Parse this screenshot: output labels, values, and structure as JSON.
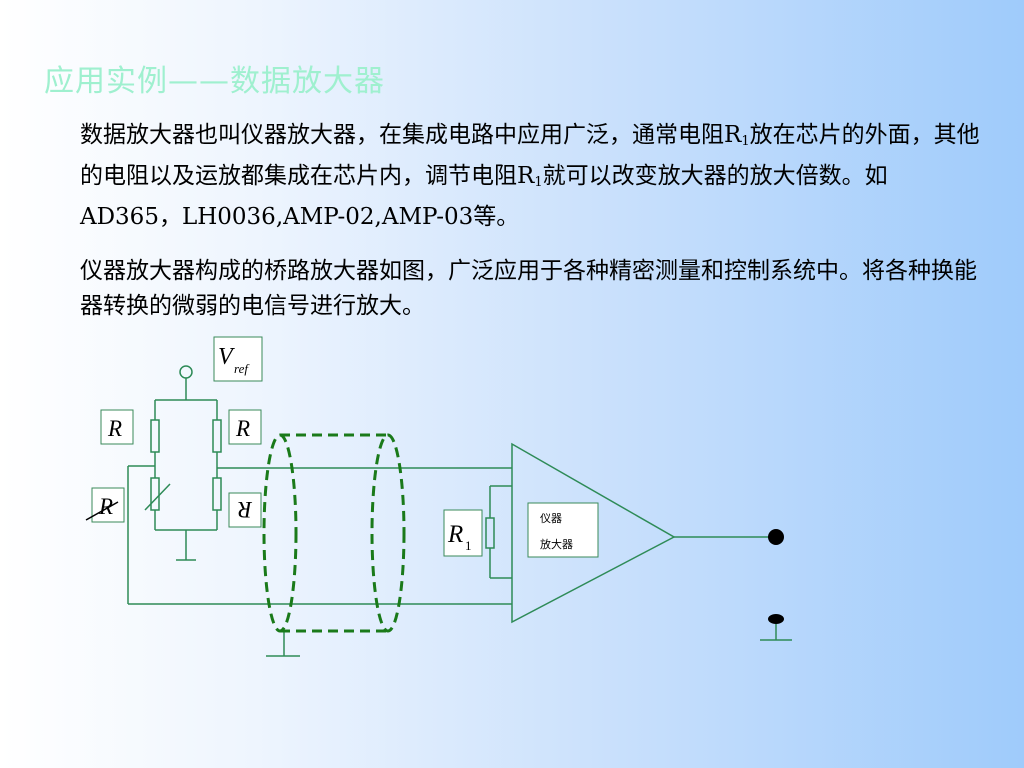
{
  "slide": {
    "title": "应用实例——数据放大器",
    "paragraph1": {
      "part1": "数据放大器也叫仪器放大器，在集成电路中应用广泛，通常电阻R",
      "sub1": "1",
      "part2": "放在芯片的外面，其他的电阻以及运放都集成在芯片内，调节电阻R",
      "sub2": "1",
      "part3": "就可以改变放大器的放大倍数。如AD365，LH0036,AMP-02,AMP-03等。"
    },
    "paragraph2": "仪器放大器构成的桥路放大器如图，广泛应用于各种精密测量和控制系统中。将各种换能器转换的微弱的电信号进行放大。"
  },
  "diagram": {
    "vref_main": "V",
    "vref_sub": "ref",
    "resistor_label": "R",
    "r1_main": "R",
    "r1_sub": "1",
    "amp_line1": "仪器",
    "amp_line2": "放大器"
  },
  "colors": {
    "title": "#9ff0cf",
    "circuit": "#2e8b57",
    "shield_dash": "#1a7a1a",
    "label_box": "#3a8a5a"
  }
}
